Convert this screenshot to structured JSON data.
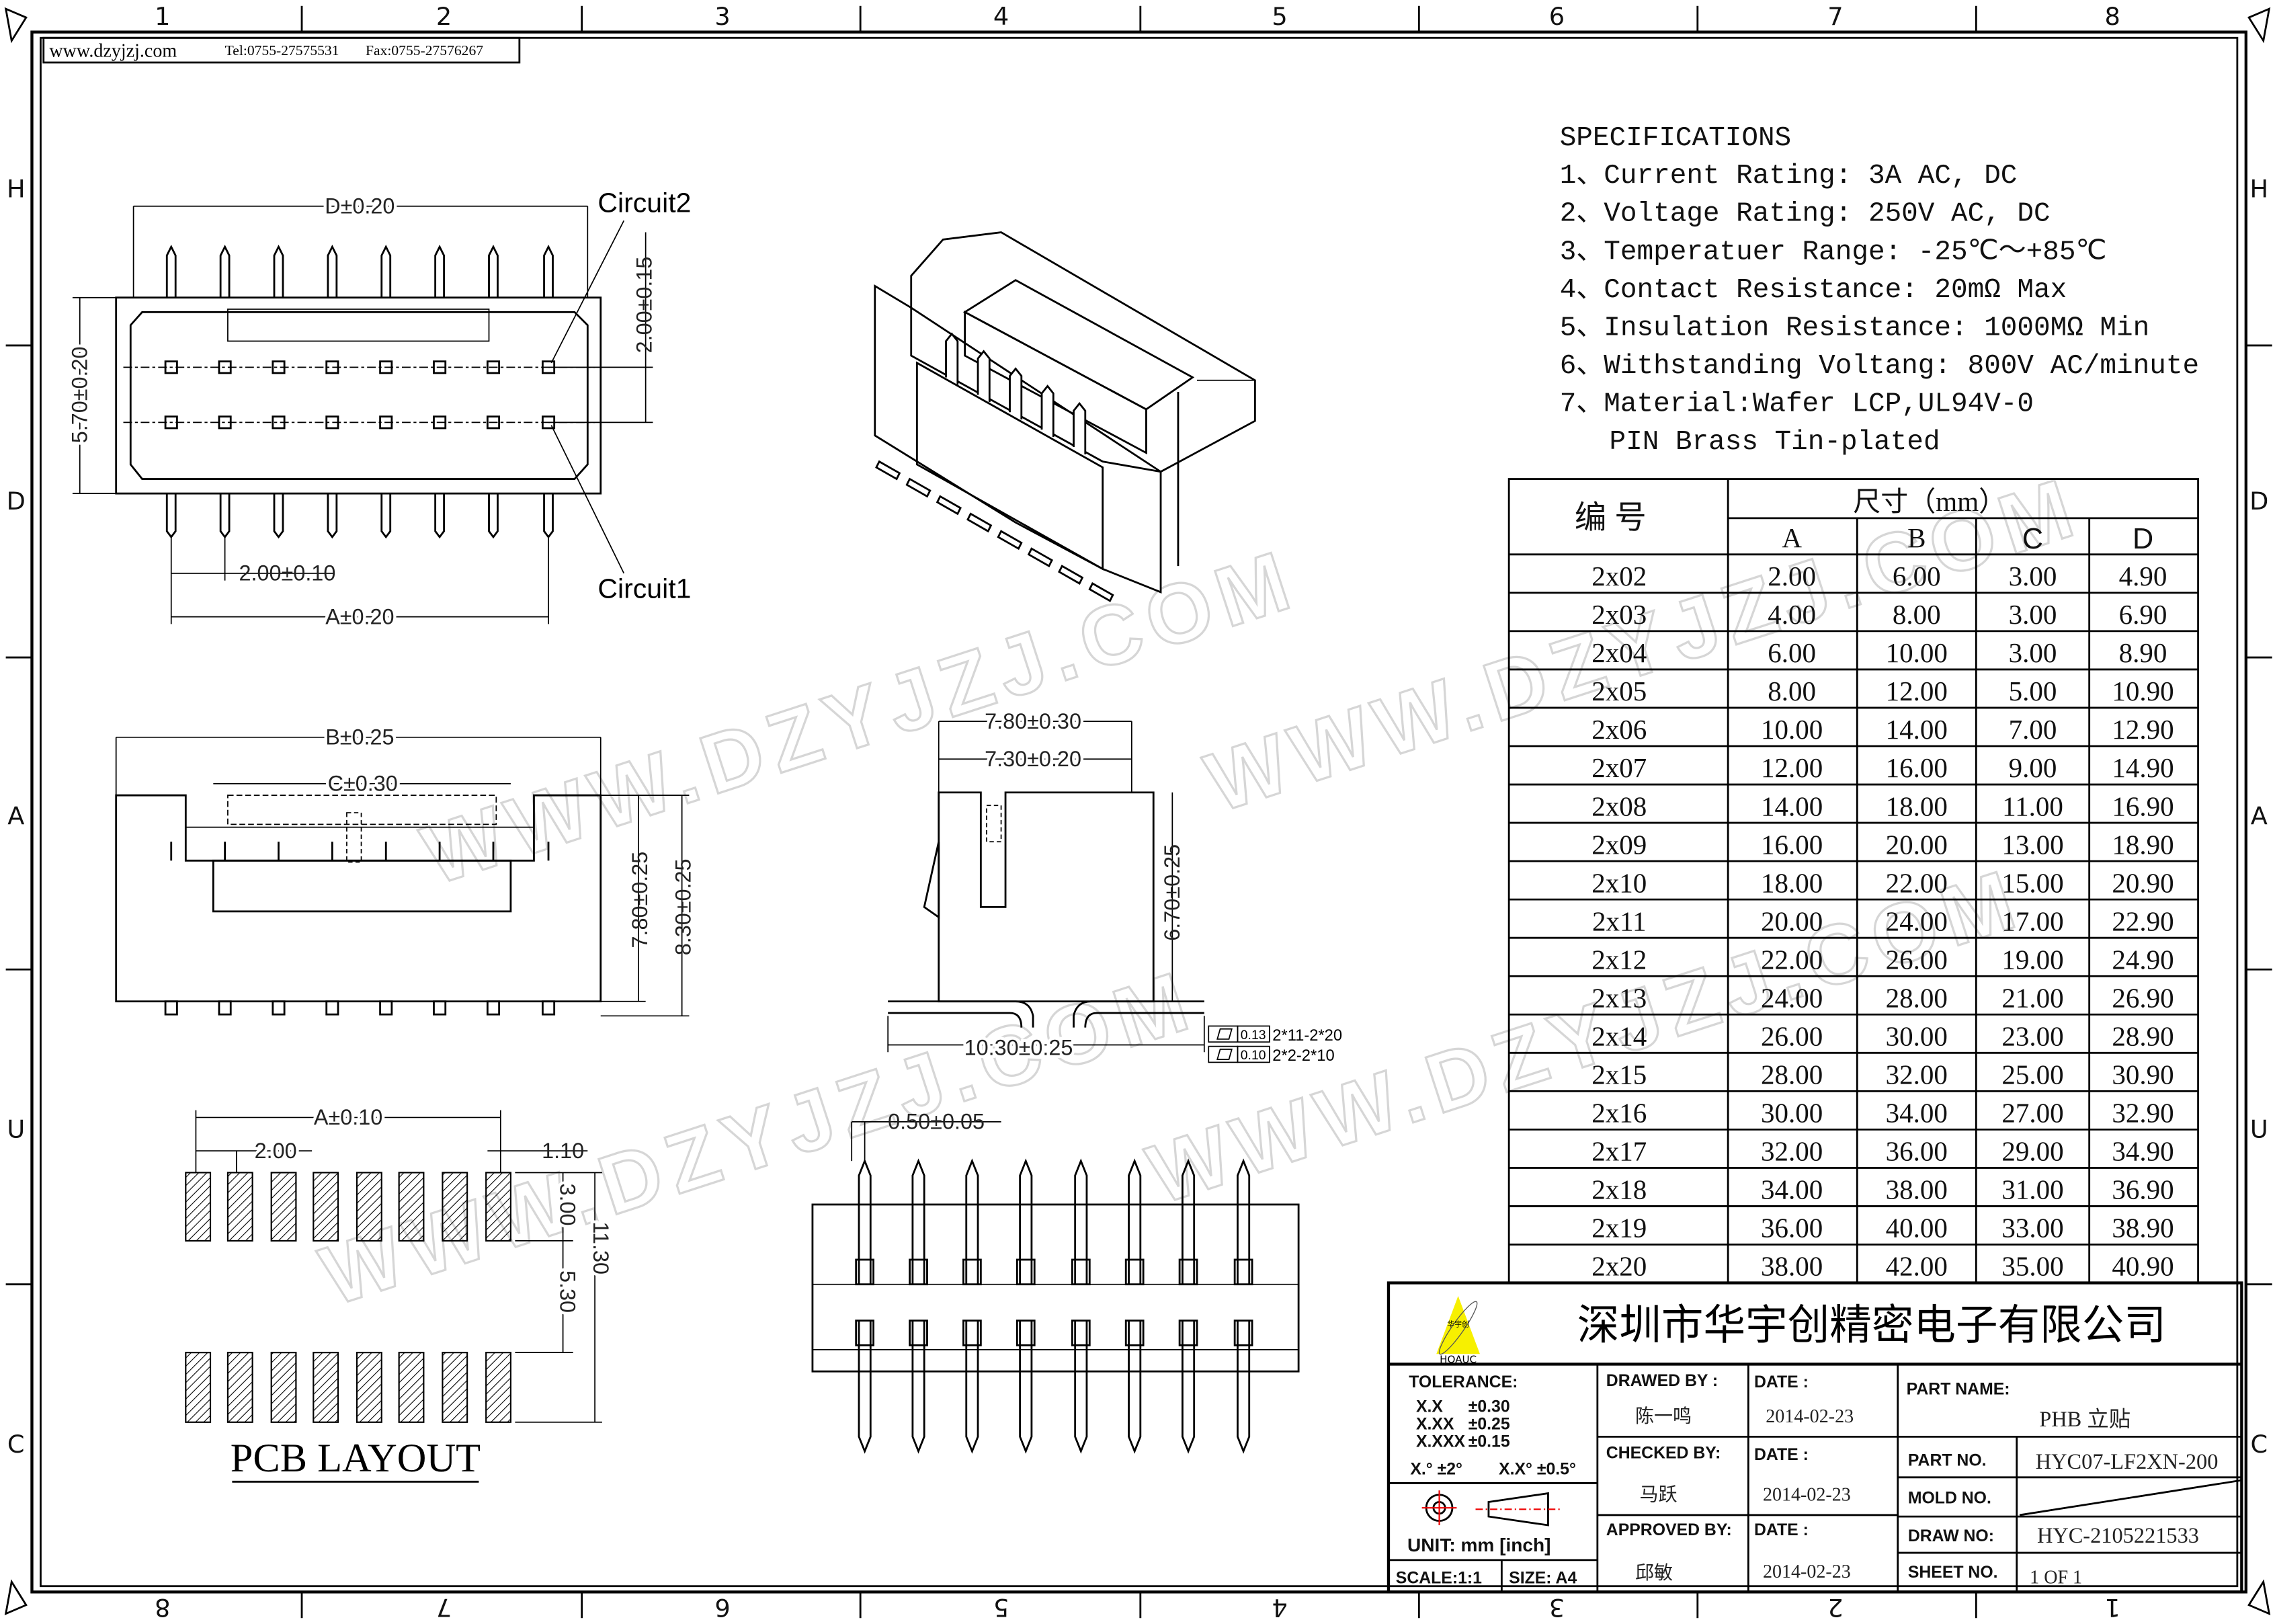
{
  "header": {
    "website": "www.dzyjzj.com",
    "tel": "Tel:0755-27575531",
    "fax": "Fax:0755-27576267"
  },
  "zones": {
    "top": [
      "1",
      "2",
      "3",
      "4",
      "5",
      "6",
      "7",
      "8"
    ],
    "bottom": [
      "8",
      "7",
      "6",
      "5",
      "4",
      "3",
      "2",
      "1"
    ],
    "rows": [
      "H",
      "D",
      "A",
      "U",
      "C"
    ]
  },
  "watermark": "WWW.DZYJZJ.COM",
  "top_view": {
    "dim_d": "D±0.20",
    "dim_height": "5.70±0.20",
    "dim_row_pitch": "2.00±0.15",
    "dim_pitch": "2.00±0.10",
    "dim_a": "A±0.20",
    "circuit2": "Circuit2",
    "circuit1": "Circuit1"
  },
  "front_view": {
    "dim_b": "B±0.25",
    "dim_c": "C±0.30",
    "dim_780": "7.80±0.25",
    "dim_830": "8.30±0.25"
  },
  "side_view": {
    "dim_780": "7.80±0.30",
    "dim_730": "7.30±0.20",
    "dim_670": "6.70±0.25",
    "dim_1030": "10.30±0.25",
    "flatness": [
      {
        "value": "0.13",
        "range": "2*11-2*20"
      },
      {
        "value": "0.10",
        "range": "2*2-2*10"
      }
    ]
  },
  "bottom_view": {
    "dim_pin": "0.50±0.05"
  },
  "pcb_layout": {
    "title": "PCB LAYOUT",
    "dim_a": "A±0.10",
    "dim_pitch": "2.00",
    "dim_pad_w": "1.10",
    "dim_pad_h": "3.00",
    "dim_gap": "5.30",
    "dim_total": "11.30"
  },
  "specifications": {
    "title": "SPECIFICATIONS",
    "items": [
      "1、Current Rating: 3A AC, DC",
      "2、Voltage Rating: 250V AC, DC",
      "3、Temperatuer Range: -25℃～+85℃",
      "4、Contact Resistance: 20mΩ Max",
      "5、Insulation Resistance: 1000MΩ Min",
      "6、Withstanding Voltang: 800V AC/minute",
      "7、Material:Wafer LCP,UL94V-0",
      "   PIN Brass Tin-plated"
    ]
  },
  "dimension_table": {
    "header_no": "编  号",
    "header_size": "尺寸（mm）",
    "columns": [
      "A",
      "B",
      "C",
      "D"
    ],
    "rows": [
      [
        "2x02",
        "2.00",
        "6.00",
        "3.00",
        "4.90"
      ],
      [
        "2x03",
        "4.00",
        "8.00",
        "3.00",
        "6.90"
      ],
      [
        "2x04",
        "6.00",
        "10.00",
        "3.00",
        "8.90"
      ],
      [
        "2x05",
        "8.00",
        "12.00",
        "5.00",
        "10.90"
      ],
      [
        "2x06",
        "10.00",
        "14.00",
        "7.00",
        "12.90"
      ],
      [
        "2x07",
        "12.00",
        "16.00",
        "9.00",
        "14.90"
      ],
      [
        "2x08",
        "14.00",
        "18.00",
        "11.00",
        "16.90"
      ],
      [
        "2x09",
        "16.00",
        "20.00",
        "13.00",
        "18.90"
      ],
      [
        "2x10",
        "18.00",
        "22.00",
        "15.00",
        "20.90"
      ],
      [
        "2x11",
        "20.00",
        "24.00",
        "17.00",
        "22.90"
      ],
      [
        "2x12",
        "22.00",
        "26.00",
        "19.00",
        "24.90"
      ],
      [
        "2x13",
        "24.00",
        "28.00",
        "21.00",
        "26.90"
      ],
      [
        "2x14",
        "26.00",
        "30.00",
        "23.00",
        "28.90"
      ],
      [
        "2x15",
        "28.00",
        "32.00",
        "25.00",
        "30.90"
      ],
      [
        "2x16",
        "30.00",
        "34.00",
        "27.00",
        "32.90"
      ],
      [
        "2x17",
        "32.00",
        "36.00",
        "29.00",
        "34.90"
      ],
      [
        "2x18",
        "34.00",
        "38.00",
        "31.00",
        "36.90"
      ],
      [
        "2x19",
        "36.00",
        "40.00",
        "33.00",
        "38.90"
      ],
      [
        "2x20",
        "38.00",
        "42.00",
        "35.00",
        "40.90"
      ]
    ]
  },
  "title_block": {
    "logo_text": "HOAUC",
    "logo_cn": "华宇创",
    "company": "深圳市华宇创精密电子有限公司",
    "tolerance_label": "TOLERANCE:",
    "tolerances": [
      {
        "fmt": "X.X",
        "tol": "±0.30"
      },
      {
        "fmt": "X.XX",
        "tol": "±0.25"
      },
      {
        "fmt": "X.XXX",
        "tol": "±0.15"
      }
    ],
    "angle_1": "X.° ±2°",
    "angle_2": "X.X° ±0.5°",
    "unit": "UNIT:  mm  [inch]",
    "scale": "SCALE:1:1",
    "size": "SIZE:  A4",
    "drawed_by_label": "DRAWED BY :",
    "drawed_by": "陈一鸣",
    "checked_by_label": "CHECKED BY:",
    "checked_by": "马跃",
    "approved_by_label": "APPROVED BY:",
    "approved_by": "邱敏",
    "date_label": "DATE :",
    "date_drawed": "2014-02-23",
    "date_checked": "2014-02-23",
    "date_approved": "2014-02-23",
    "part_name_label": "PART NAME:",
    "part_name": "PHB 立贴",
    "part_no_label": "PART NO.",
    "part_no": "HYC07-LF2XN-200",
    "mold_no_label": "MOLD NO.",
    "draw_no_label": "DRAW NO:",
    "draw_no": "HYC-2105221533",
    "sheet_no_label": "SHEET NO.",
    "sheet_no": "1 OF 1"
  }
}
